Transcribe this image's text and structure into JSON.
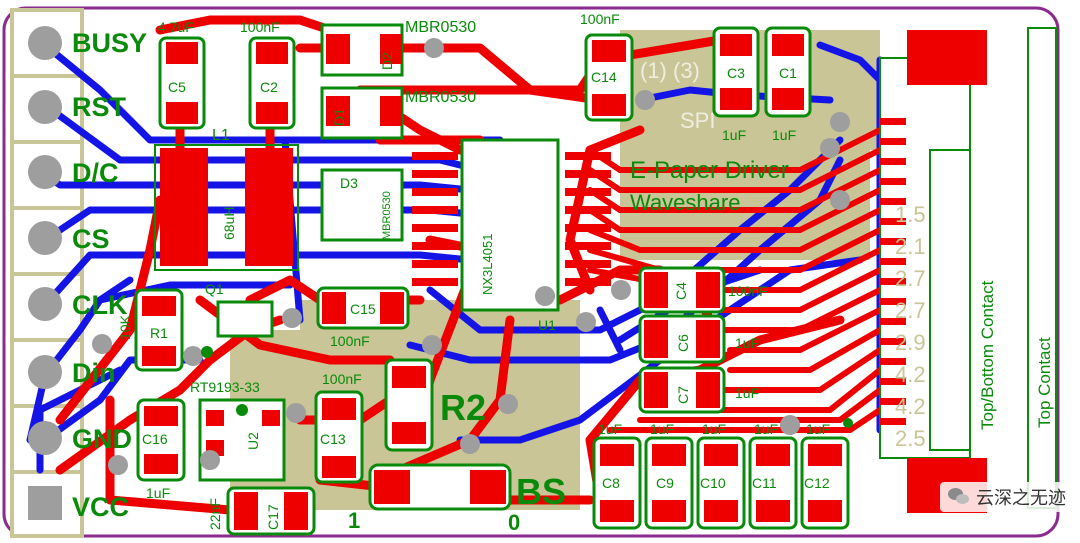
{
  "colors": {
    "outline": "#8b2a8f",
    "silk": "#0a8a0a",
    "top_copper": "#ee0000",
    "bottom_copper": "#1414e6",
    "gold": "#c9c596",
    "via": "#9e9e9e",
    "background": "#ffffff"
  },
  "header_pins": [
    "BUSY",
    "RST",
    "D/C",
    "CS",
    "CLK",
    "Din",
    "GND",
    "VCC"
  ],
  "components": {
    "C5": "C5",
    "C5_value": "4.7uF",
    "C2": "C2",
    "C2_value": "100nF",
    "D2": "D2",
    "D2_part": "MBR0530",
    "D1": "D1",
    "D1_part": "MBR0530",
    "L1": "L1",
    "L1_value": "68uH",
    "D3": "D3",
    "D3_part": "MBR0530",
    "U1": "U1",
    "U1_part": "NX3L4051",
    "C14": "C14",
    "C14_value": "100nF",
    "C3": "C3",
    "C3_value": "1uF",
    "C1": "C1",
    "C1_value": "1uF",
    "R1": "R1",
    "R1_value": "10K",
    "Q1": "Q1",
    "C15": "C15",
    "C15_value": "100nF",
    "RT9193": "RT9193-33",
    "R2": "R2",
    "C4": "C4",
    "C4_value": "100nF",
    "C6": "C6",
    "C6_value": "1uF",
    "C7": "C7",
    "C7_value": "1uF",
    "C16": "C16",
    "C16_value": "1uF",
    "U2": "U2",
    "C13": "C13",
    "C13_value": "100nF",
    "C17": "C17",
    "C17_value": "22nF",
    "BS": "BS",
    "BS_one": "1",
    "BS_zero": "0",
    "C8": "C8",
    "C8_value": "1uF",
    "C9": "C9",
    "C9_value": "1uF",
    "C10": "C10",
    "C10_value": "1uF",
    "C11": "C11",
    "C11_value": "1uF",
    "C12": "C12",
    "C12_value": "1uF"
  },
  "silk_text": {
    "title": "E-Paper Driver",
    "brand": "Waveshare",
    "top_contact": "Top Contact",
    "top_bottom_contact": "Top/Bottom Contact"
  },
  "watermark": {
    "icon": "wechat-icon",
    "text": "云深之无迹"
  }
}
